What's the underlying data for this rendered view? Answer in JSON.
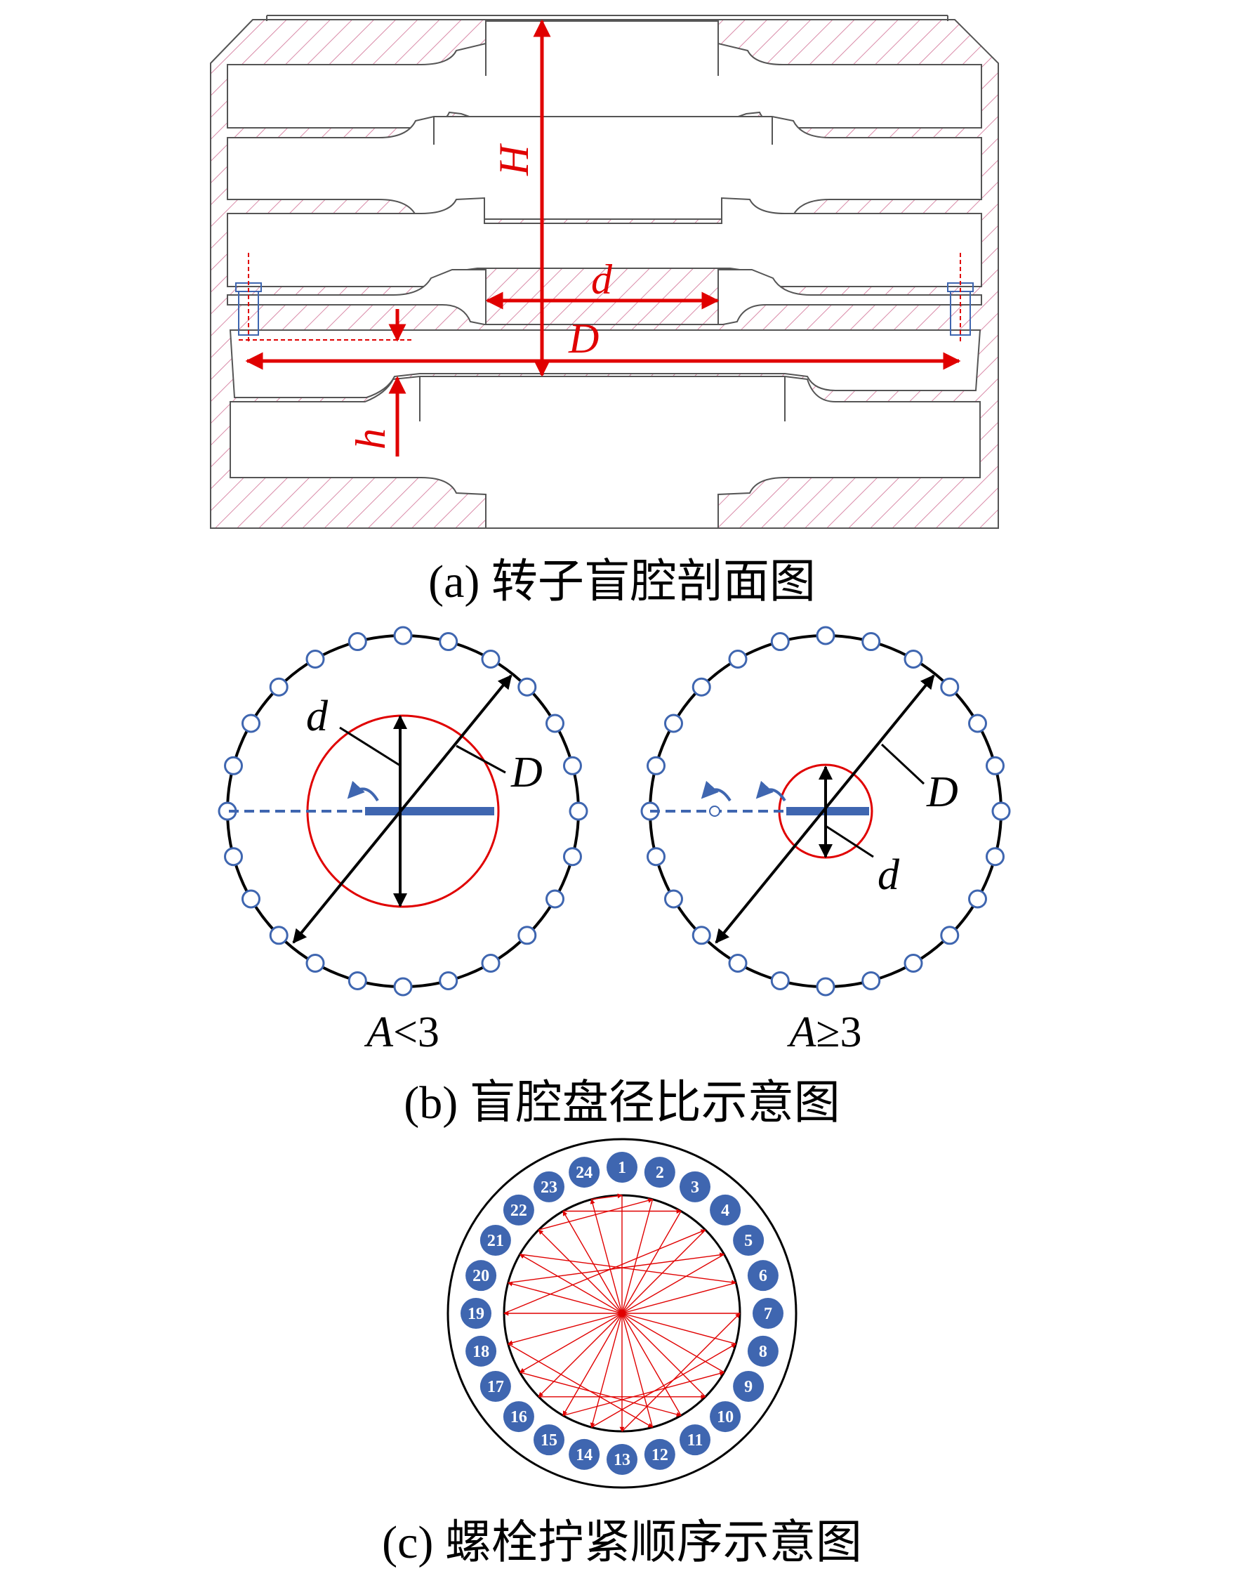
{
  "panel_a": {
    "caption": "(a) 转子盲腔剖面图",
    "labels": {
      "H": "H",
      "d": "d",
      "D": "D",
      "h": "h"
    }
  },
  "panel_b": {
    "caption": "(b) 盲腔盘径比示意图",
    "left": {
      "d_label": "d",
      "D_label": "D",
      "cond_var": "A",
      "cond_rest": "<3"
    },
    "right": {
      "d_label": "d",
      "D_label": "D",
      "cond_var": "A",
      "cond_rest": "≥3"
    }
  },
  "panel_c": {
    "caption": "(c) 螺栓拧紧顺序示意图",
    "bolt_numbers": [
      "1",
      "2",
      "3",
      "4",
      "5",
      "6",
      "7",
      "8",
      "9",
      "10",
      "11",
      "12",
      "13",
      "14",
      "15",
      "16",
      "17",
      "18",
      "19",
      "20",
      "21",
      "22",
      "23",
      "24"
    ]
  },
  "colors": {
    "red": "#e00000",
    "blue": "#3f66b0",
    "hatch": "#d98aa8",
    "black": "#000000"
  }
}
